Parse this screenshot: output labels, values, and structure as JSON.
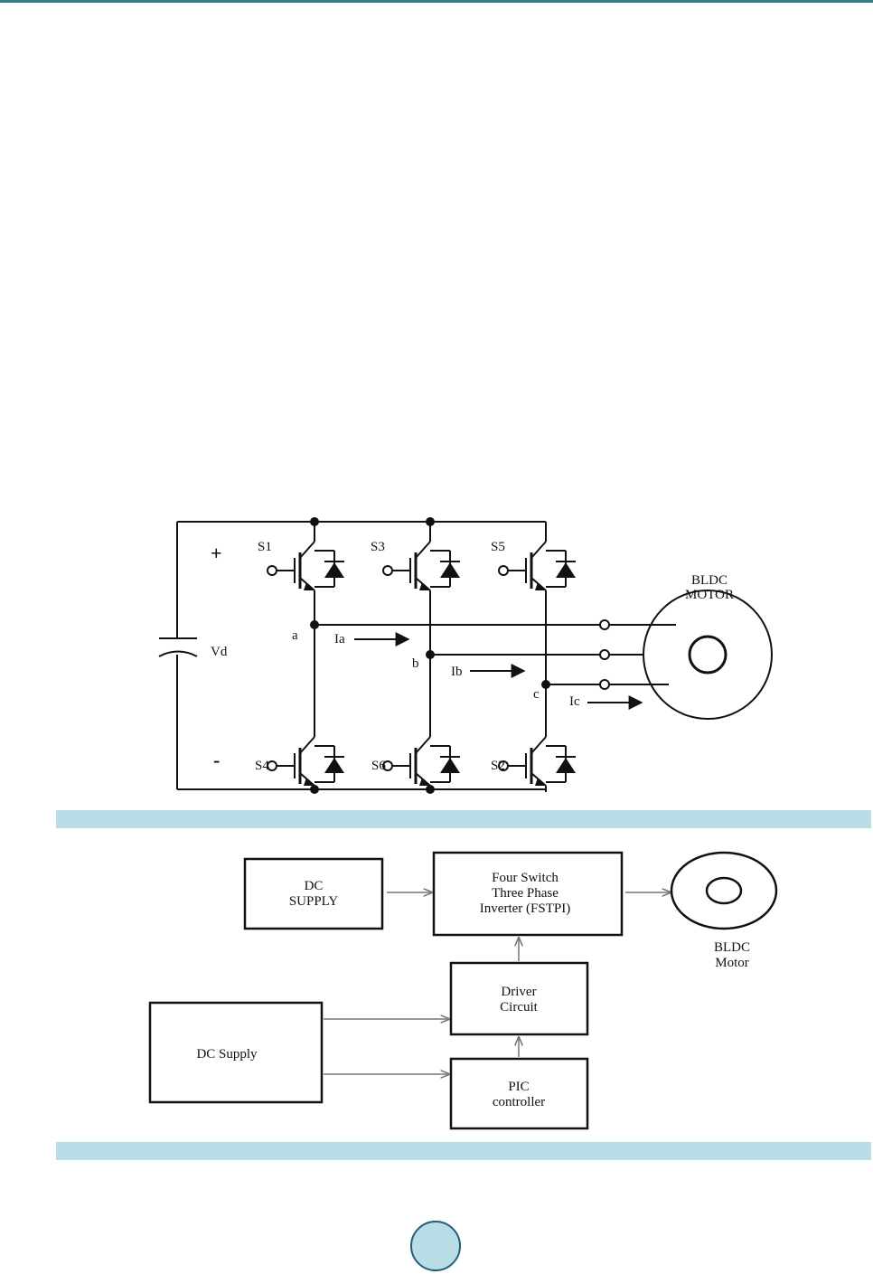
{
  "figure1": {
    "labels": {
      "s1": "S1",
      "s3": "S3",
      "s5": "S5",
      "s4": "S4",
      "s6": "S6",
      "s2": "S2",
      "plus": "+",
      "minus": "-",
      "vd": "Vd",
      "node_a": "a",
      "node_b": "b",
      "node_c": "c",
      "ia": "Ia",
      "ib": "Ib",
      "ic": "Ic",
      "motor_line1": "BLDC",
      "motor_line2": "MOTOR"
    }
  },
  "figure2": {
    "blocks": {
      "dc_supply_top": [
        "DC",
        "SUPPLY"
      ],
      "fstpi": [
        "Four Switch",
        "Three Phase",
        "Inverter (FSTPI)"
      ],
      "driver": [
        "Driver",
        "Circuit"
      ],
      "dc_supply_bottom": [
        "DC Supply"
      ],
      "pic": [
        "PIC",
        "controller"
      ],
      "motor": [
        "BLDC",
        "Motor"
      ]
    }
  },
  "page": {}
}
